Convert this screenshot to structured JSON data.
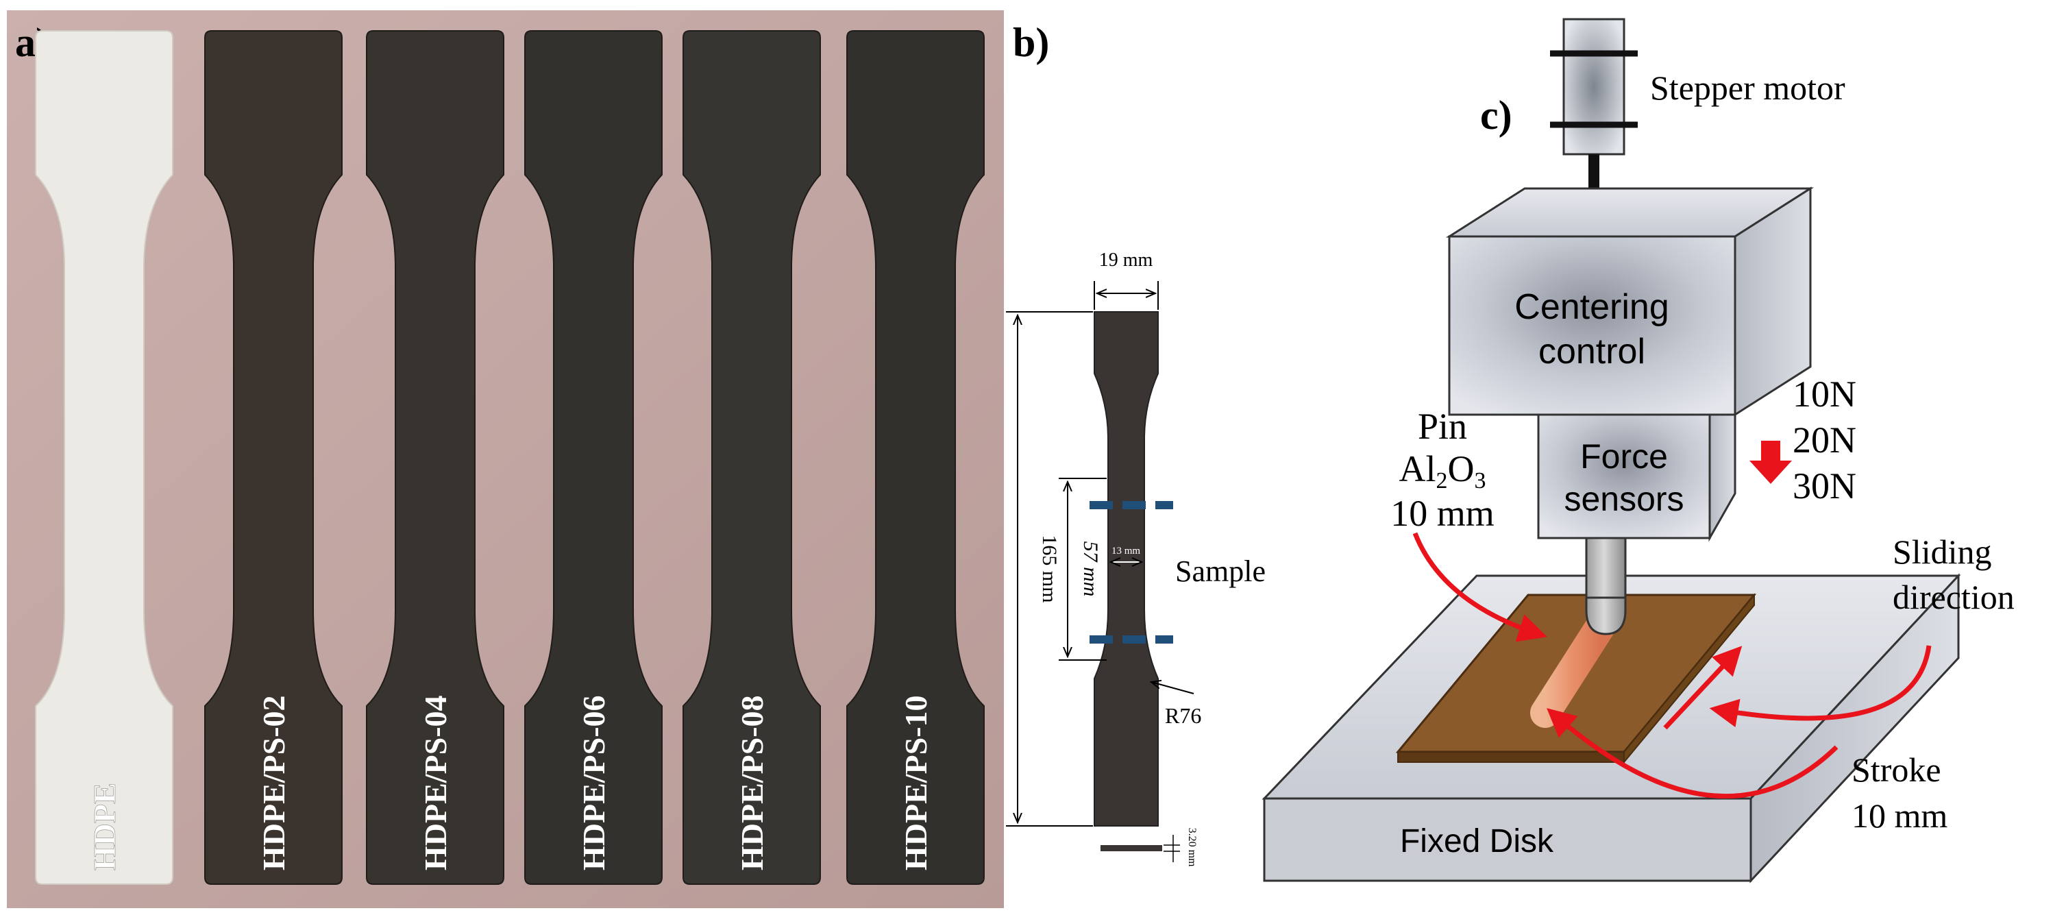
{
  "panels": {
    "a": {
      "label": "a)",
      "specimens": [
        {
          "label": "HDPE",
          "color": "#eceae4"
        },
        {
          "label": "HDPE/PS-02",
          "color": "#3b332e"
        },
        {
          "label": "HDPE/PS-04",
          "color": "#37342f"
        },
        {
          "label": "HDPE/PS-06",
          "color": "#33312d"
        },
        {
          "label": "HDPE/PS-08",
          "color": "#373531"
        },
        {
          "label": "HDPE/PS-10",
          "color": "#32302c"
        }
      ],
      "background_color": "#c2a6a3"
    },
    "b": {
      "label": "b)",
      "width_top": "19 mm",
      "total_length": "165 mm",
      "gauge_length": "57 mm",
      "gauge_width": "13 mm",
      "sample_label": "Sample",
      "radius": "R76",
      "thickness": "3.20 mm",
      "specimen_color": "#3a3532",
      "gauge_mark_color": "#1f4e79"
    },
    "c": {
      "label": "c)",
      "stepper_motor": "Stepper motor",
      "centering_line1": "Centering",
      "centering_line2": "control",
      "force_line1": "Force",
      "force_line2": "sensors",
      "loads": [
        "10N",
        "20N",
        "30N"
      ],
      "pin_line1": "Pin",
      "pin_al": "Al",
      "pin_sub1": "2",
      "pin_o": "O",
      "pin_sub2": "3",
      "pin_line3": "10 mm",
      "sliding_line1": "Sliding",
      "sliding_line2": "direction",
      "stroke_line1": "Stroke",
      "stroke_line2": "10 mm",
      "fixed_disk": "Fixed Disk",
      "arrow_color": "#e8131b",
      "sample_color": "#8a5a2b",
      "box_color": "#c9ccd3"
    }
  }
}
